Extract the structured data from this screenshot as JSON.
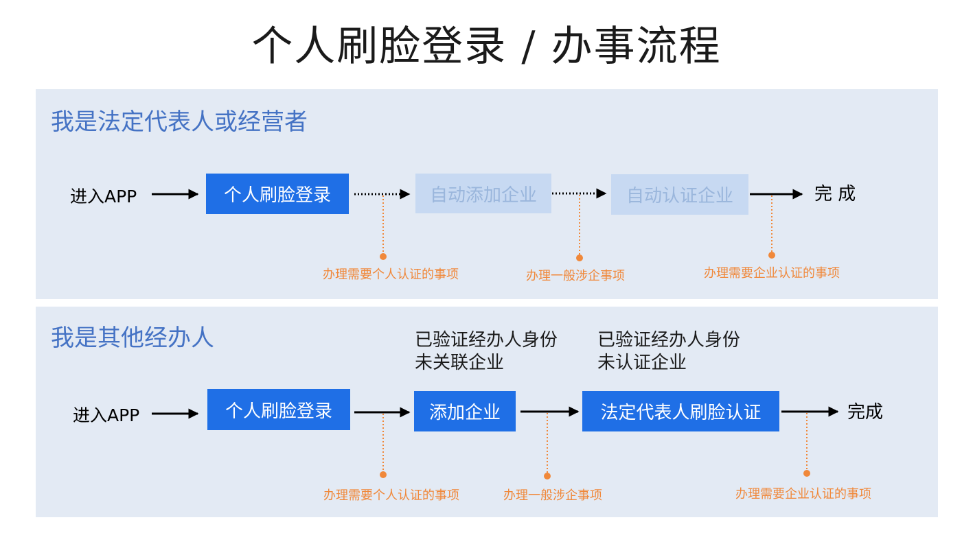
{
  "title": "个人刷脸登录 / 办事流程",
  "colors": {
    "primary_box": "#1f6fe6",
    "faded_box": "#c7d9f2",
    "panel_bg": "#e3eaf4",
    "heading": "#4472c4",
    "annotation": "#f0883a"
  },
  "panels": [
    {
      "heading": "我是法定代表人或经营者",
      "start": "进入APP",
      "steps": [
        "个人刷脸登录",
        "自动添加企业",
        "自动认证企业"
      ],
      "end": "完 成",
      "notes": [
        "办理需要个人认证的事项",
        "办理一般涉企事项",
        "办理需要企业认证的事项"
      ]
    },
    {
      "heading": "我是其他经办人",
      "start": "进入APP",
      "steps": [
        "个人刷脸登录",
        "添加企业",
        "法定代表人刷脸认证"
      ],
      "end": "完成",
      "statuses": [
        {
          "line1": "已验证经办人身份",
          "line2": "未关联企业"
        },
        {
          "line1": "已验证经办人身份",
          "line2": "未认证企业"
        }
      ],
      "notes": [
        "办理需要个人认证的事项",
        "办理一般涉企事项",
        "办理需要企业认证的事项"
      ]
    }
  ]
}
